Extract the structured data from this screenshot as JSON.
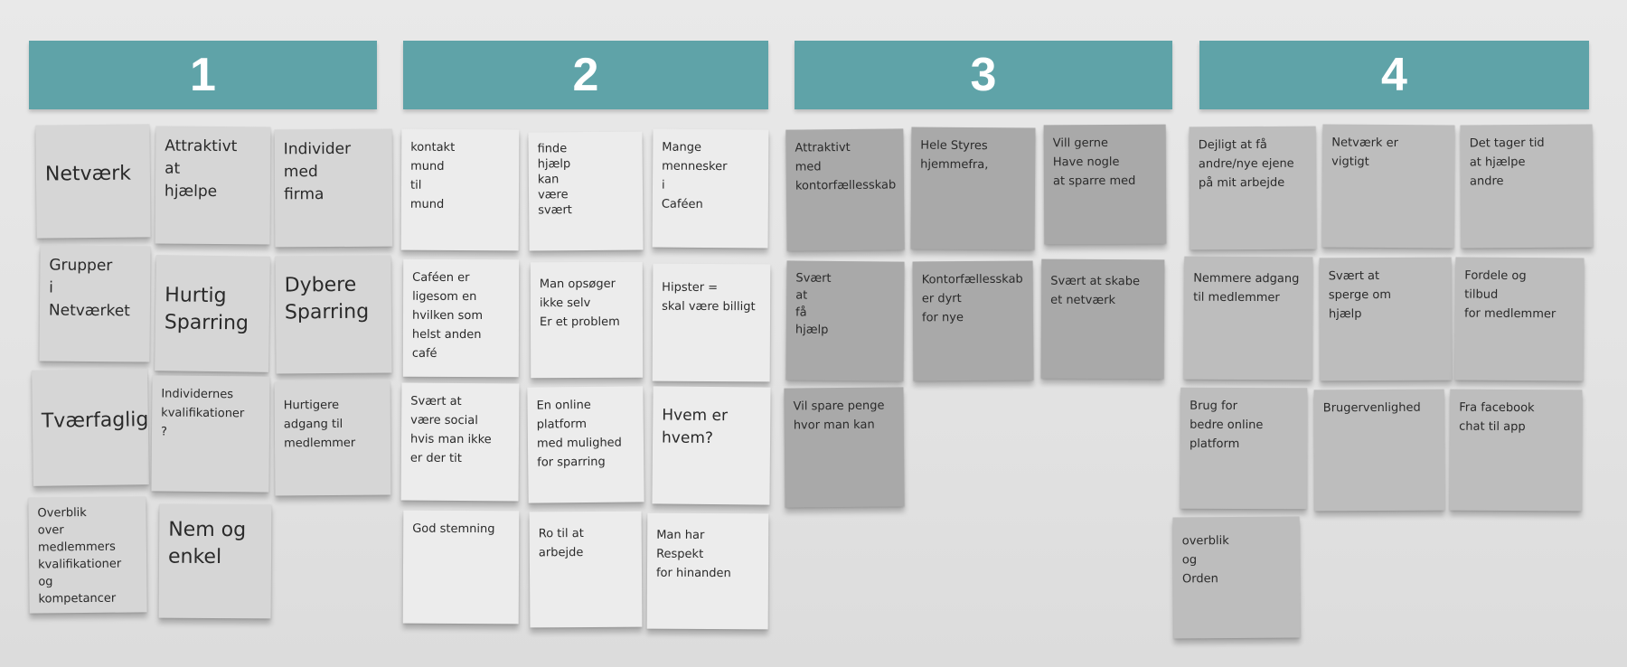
{
  "headers": [
    "1",
    "2",
    "3",
    "4"
  ],
  "colors": {
    "header_bg": "#5fa3a8",
    "header_text": "#ffffff",
    "wall": "#e6e6e6"
  },
  "notes": {
    "c1": [
      "Netværk",
      "Attraktivt\n at\nhjælpe",
      "Individer\n med\n firma",
      "Grupper\n i\nNetværket",
      "Hurtig\nSparring",
      "Dybere\nSparring",
      "Tværfaglig",
      "Individernes\nkvalifikationer\n?",
      "Hurtigere\nadgang til\nmedlemmer",
      "Overblik\nover medlemmers\nkvalifikationer\nog\nkompetancer",
      "Nem og\nenkel"
    ],
    "c2": [
      "kontakt\n mund\n til\n mund",
      "finde\n hjælp\n kan\n være\n svært",
      "Mange\n mennesker\n i\n Caféen",
      "Caféen er\nligesom en\nhvilken som\nhelst anden\ncafé",
      "Man opsøger\nikke selv\nEr et problem",
      "Hipster =\nskal være billigt",
      "Svært at\nvære social\nhvis man ikke\ner der tit",
      "En online\nplatform\nmed mulighed\nfor sparring",
      "Hvem er\nhvem?",
      "God stemning",
      "Ro til at\narbejde",
      "Man har\nRespekt\nfor hinanden"
    ],
    "c3": [
      "Attraktivt\nmed\nkontorfællesskab",
      "Hele Styres\nhjemmefra,",
      "Vill gerne\nHave nogle\nat sparre med",
      "Svært\nat\nfå\nhjælp",
      "Kontorfællesskab\ner dyrt\nfor nye",
      "Svært at skabe\net netværk",
      "Vil spare penge\nhvor man kan"
    ],
    "c4": [
      "Dejligt at få\nandre/nye ejene\npå mit arbejde",
      "Netværk er\nvigtigt",
      "Det tager tid\nat hjælpe\nandre",
      "Nemmere adgang\ntil medlemmer",
      "Svært at\nsperge om\nhjælp",
      "Fordele og\ntilbud\nfor medlemmer",
      "Brug for\nbedre online\nplatform",
      "Brugervenlighed",
      "Fra facebook\nchat til app",
      "overblik\nog\nOrden"
    ]
  }
}
